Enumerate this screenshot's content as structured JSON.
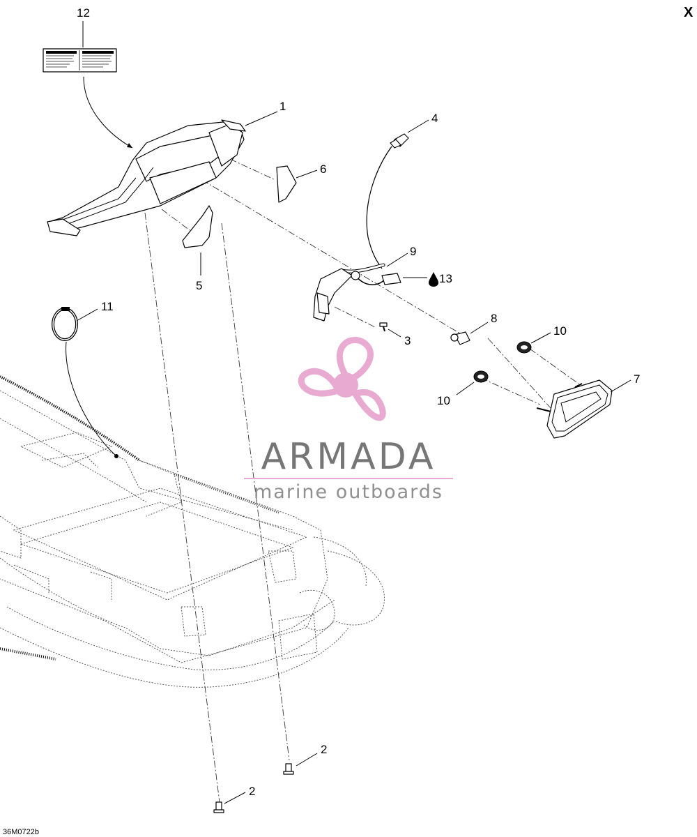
{
  "corner_label": "X",
  "diagram_code": "36M0722b",
  "callouts": {
    "c1": "1",
    "c2a": "2",
    "c2b": "2",
    "c3": "3",
    "c4": "4",
    "c5": "5",
    "c6": "6",
    "c7": "7",
    "c8": "8",
    "c9": "9",
    "c10a": "10",
    "c10b": "10",
    "c11": "11",
    "c12": "12",
    "c13": "13"
  },
  "watermark": {
    "brand": "ARMADA",
    "tagline": "marine outboards",
    "color": "#e8a6cf"
  },
  "icons": {
    "drop": "oil-drop-icon"
  }
}
